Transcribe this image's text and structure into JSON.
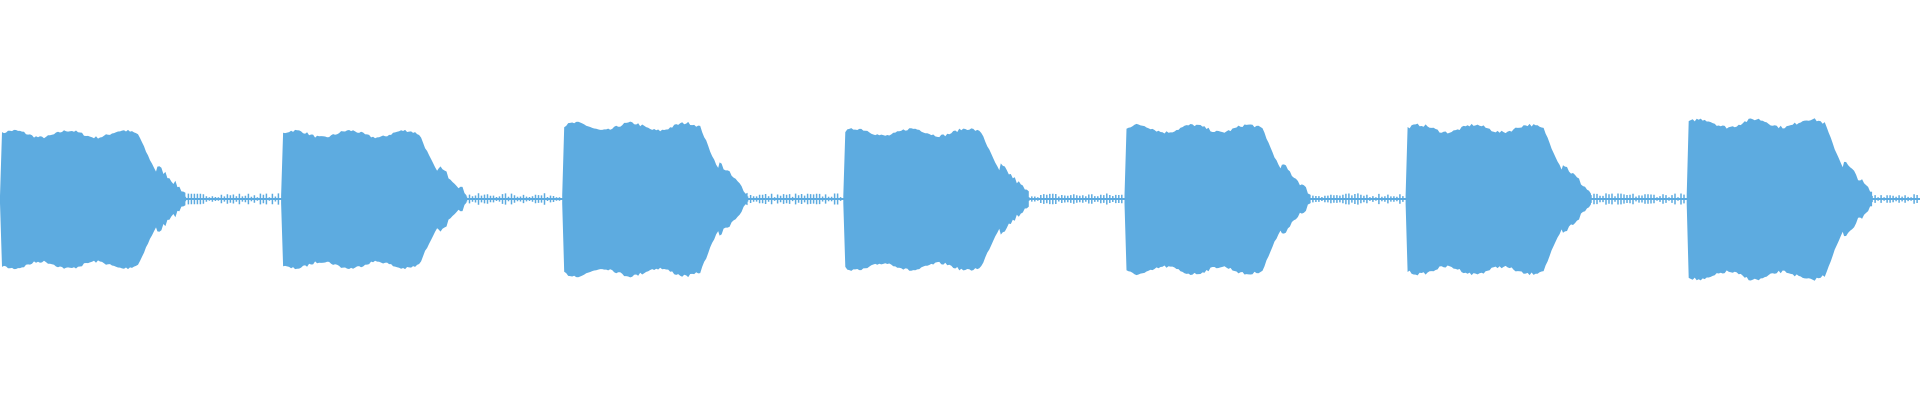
{
  "waveform": {
    "color": "#5dabe0",
    "background": "#ffffff",
    "burst_count": 7,
    "bursts": [
      {
        "index": 1,
        "peak_amplitude": 0.72,
        "shape": "sustained-tone"
      },
      {
        "index": 2,
        "peak_amplitude": 0.72,
        "shape": "sustained-tone"
      },
      {
        "index": 3,
        "peak_amplitude": 0.8,
        "shape": "sustained-tone"
      },
      {
        "index": 4,
        "peak_amplitude": 0.74,
        "shape": "sustained-tone"
      },
      {
        "index": 5,
        "peak_amplitude": 0.78,
        "shape": "sustained-tone"
      },
      {
        "index": 6,
        "peak_amplitude": 0.78,
        "shape": "sustained-tone"
      },
      {
        "index": 7,
        "peak_amplitude": 0.84,
        "shape": "sustained-tone"
      }
    ],
    "silence_amplitude": 0.03
  }
}
